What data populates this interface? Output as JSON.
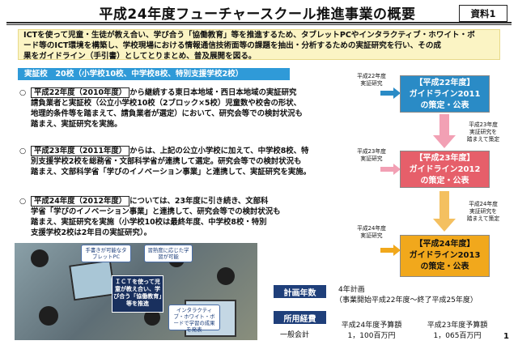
{
  "header": {
    "title": "平成24年度フューチャースクール推進事業の概要",
    "badge": "資料1"
  },
  "summary": {
    "line1": "ICTを使って児童・生徒が教え合い、学び合う「協働教育」等を推進するため、タブレットPCやインタラクティブ・ホワイト・ボ",
    "line2": "ード等のICT環境を構築し、学校現場における情報通信技術面等の課題を抽出・分析するための実証研究を行い、その成",
    "line3": "果をガイドライン（手引書）としてとりまとめ、普及展開を図る。"
  },
  "bluebar": "実証校　20校（小学校10校、中学校8校、特別支援学校2校）",
  "paragraphs": [
    {
      "mark": "○",
      "year": "平成22年度（2010年度）",
      "l1": "から継続する東日本地域・西日本地域の実証研究",
      "l2": "請負業者と実証校（公立小学校10校（2ブロック×5校）児童数や校舎の形状、",
      "l3": "地理的条件等を踏まえて、請負業者が選定）において、研究会等での検討状況も",
      "l4": "踏まえ、実証研究を実施。"
    },
    {
      "mark": "○",
      "year": "平成23年度（2011年度）",
      "l1": "からは、上記の公立小学校に加えて、中学校8校、特",
      "l2": "別支援学校2校を総務省・文部科学省が連携して選定。研究会等での検討状況も",
      "l3": "踏まえ、文部科学省「学びのイノベーション事業」と連携して、実証研究を実施。"
    },
    {
      "mark": "○",
      "year": "平成24年度（2012年度）",
      "l1": "については、23年度に引き続き、文部科",
      "l2": "学省「学びのイノベーション事業」と連携して、研究会等での検討状況も",
      "l3": "踏まえ、実証研究を実施（小学校10校は最終年度、中学校8校・特別",
      "l4": "支援学校2校は2年目の実証研究）。"
    }
  ],
  "photo": {
    "bubble1": "手書きが可能なタブレットPC",
    "bubble2": "習熟度に応じた学習が可能",
    "center": "ＩＣＴを使って児童が教え合い、学び合う「協働教育」等を推進",
    "bubble3": "インタラクティブ・ホワイト・ボードで学習の成果を発表"
  },
  "flow": {
    "step1": "平成22年度\n実証研究",
    "g1": "【平成22年度】\nガイドライン2011\nの策定・公表",
    "step2": "平成23年度\n実証研究を\n踏まえて策定",
    "step3": "平成23年度\n実証研究",
    "g2": "【平成23年度】\nガイドライン2012\nの策定・公表",
    "step4": "平成24年度\n実証研究を\n踏まえて策定",
    "step5": "平成24年度\n実証研究",
    "g3": "【平成24年度】\nガイドライン2013\nの策定・公表"
  },
  "plan": {
    "label": "計画年数",
    "value1": "4年計画",
    "value2": "（事業開始平成22年度～終了平成25年度）"
  },
  "budget": {
    "label": "所用経費",
    "category": "一般会計",
    "col1_title": "平成24年度予算額",
    "col1_value": "1，100百万円",
    "col2_title": "平成23年度予算額",
    "col2_value": "1，065百万円"
  },
  "page_number": "1",
  "colors": {
    "summary_bg": "#fbf4c4",
    "bar_blue": "#2f9ad8",
    "g1": "#2a8bc6",
    "g2": "#e65f6a",
    "g3": "#f1a81c",
    "navy_tag": "#1f3f7a"
  }
}
